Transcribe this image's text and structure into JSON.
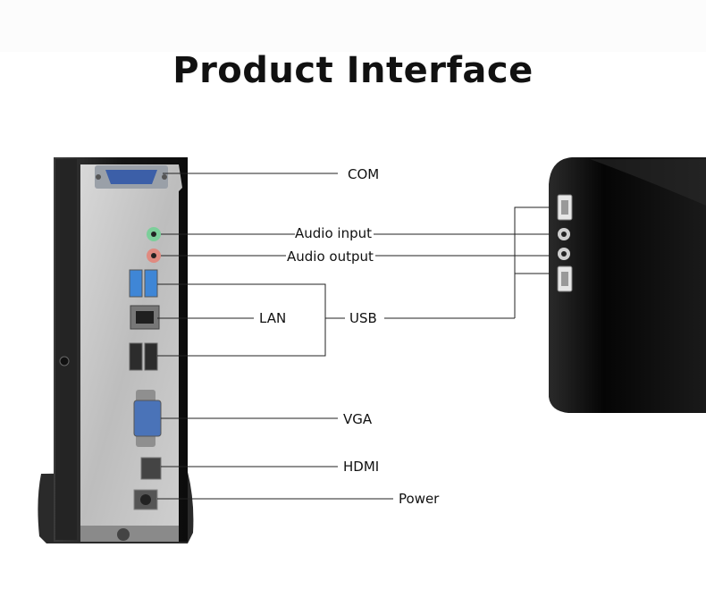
{
  "title": "Product Interface",
  "labels": {
    "com": "COM",
    "audio_input": "Audio input",
    "audio_output": "Audio output",
    "lan": "LAN",
    "usb": "USB",
    "vga": "VGA",
    "hdmi": "HDMI",
    "power": "Power"
  },
  "colors": {
    "case": "#1c1c1c",
    "panel": "#c9c9c9",
    "usb3": "#3f86d6",
    "audio_in": "#7ccf9a",
    "audio_out": "#e08a80",
    "vga": "#4a73b8",
    "line": "#222222"
  }
}
